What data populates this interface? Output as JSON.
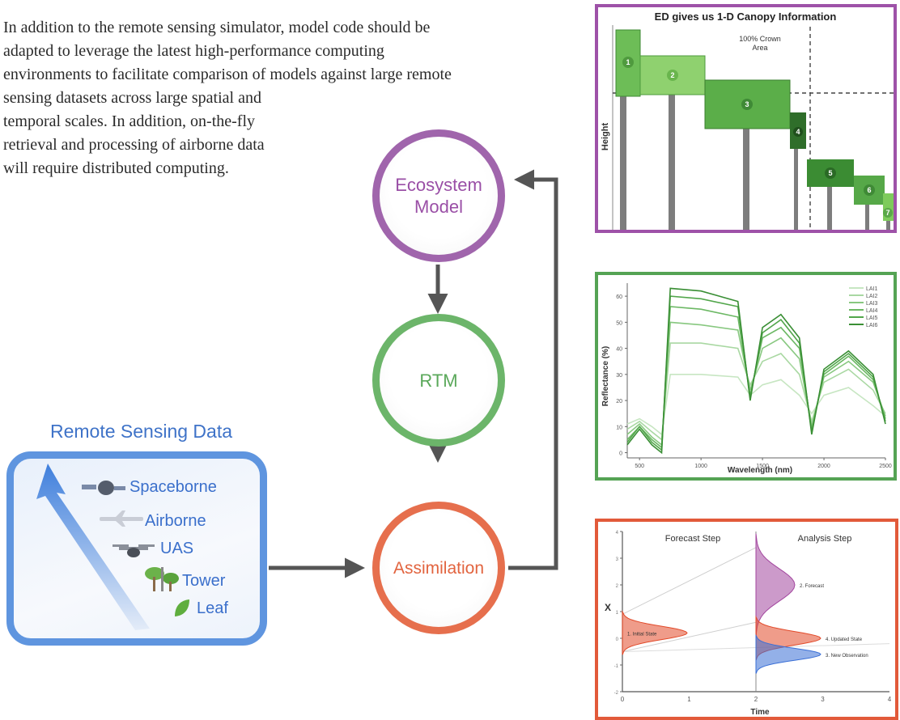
{
  "intro": {
    "lines": [
      "In addition to the remote sensing simulator, model code should be",
      "adapted to leverage the latest high-performance computing",
      "environments to facilitate comparison of models against large remote",
      "sensing datasets across large spatial and",
      "temporal scales. In addition, on-the-fly",
      "retrieval and processing of airborne data",
      "will require distributed computing."
    ]
  },
  "flow": {
    "ecosystem": [
      "Ecosystem",
      "Model"
    ],
    "rtm": "RTM",
    "assimilation": "Assimilation",
    "colors": {
      "ecosystem": "#9a4fa6",
      "rtm": "#5aa85a",
      "assimilation": "#e2643f",
      "arrow": "#555555"
    }
  },
  "remote_sensing": {
    "title": "Remote Sensing Data",
    "items": [
      {
        "label": "Spaceborne",
        "icon": "satellite-icon"
      },
      {
        "label": "Airborne",
        "icon": "airplane-icon"
      },
      {
        "label": "UAS",
        "icon": "drone-icon"
      },
      {
        "label": "Tower",
        "icon": "tower-icon"
      },
      {
        "label": "Leaf",
        "icon": "leaf-icon"
      }
    ],
    "color": "#5f95df"
  },
  "canopy_panel": {
    "title": "ED gives us 1-D Canopy Information",
    "ylabel": "Height",
    "annotation": [
      "100% Crown",
      "Area"
    ],
    "cohorts": [
      "1",
      "2",
      "3",
      "4",
      "5",
      "6",
      "7"
    ]
  },
  "chart_data": [
    {
      "type": "line",
      "xlabel": "Wavelength (nm)",
      "ylabel": "Reflectance (%)",
      "x": [
        400,
        500,
        600,
        680,
        750,
        1000,
        1300,
        1400,
        1500,
        1650,
        1800,
        1900,
        2000,
        2200,
        2400,
        2500
      ],
      "xticks": [
        "500",
        "1000",
        "1500",
        "2000",
        "2500"
      ],
      "yticks": [
        "0",
        "10",
        "20",
        "30",
        "40",
        "50",
        "60"
      ],
      "xlim": [
        400,
        2500
      ],
      "ylim": [
        -2,
        65
      ],
      "legend": "top-right",
      "series": [
        {
          "name": "LAI1",
          "values": [
            11,
            13,
            10,
            7,
            30,
            30,
            29,
            22,
            26,
            28,
            22,
            15,
            22,
            25,
            18,
            14
          ]
        },
        {
          "name": "LAI2",
          "values": [
            9,
            12,
            8,
            5,
            42,
            42,
            40,
            26,
            35,
            38,
            30,
            12,
            27,
            32,
            24,
            15
          ]
        },
        {
          "name": "LAI3",
          "values": [
            7,
            11,
            6,
            3,
            50,
            49,
            47,
            24,
            40,
            44,
            36,
            10,
            29,
            35,
            27,
            14
          ]
        },
        {
          "name": "LAI4",
          "values": [
            5,
            10,
            5,
            2,
            56,
            55,
            52,
            22,
            44,
            48,
            40,
            9,
            30,
            37,
            28,
            13
          ]
        },
        {
          "name": "LAI5",
          "values": [
            4,
            10,
            4,
            1,
            60,
            59,
            56,
            21,
            46,
            51,
            42,
            8,
            31,
            38,
            29,
            12
          ]
        },
        {
          "name": "LAI6",
          "values": [
            3,
            9,
            3,
            0,
            63,
            62,
            58,
            20,
            48,
            53,
            44,
            7,
            32,
            39,
            30,
            11
          ]
        }
      ],
      "colors": [
        "#c7e6c2",
        "#a9d8a2",
        "#88c880",
        "#6cb864",
        "#52a64b",
        "#3a8f35"
      ]
    },
    {
      "type": "area",
      "xlabel": "Time",
      "ylabel": "X",
      "xticks": [
        "0",
        "1",
        "2",
        "3",
        "4"
      ],
      "yticks": [
        "-2",
        "-1",
        "0",
        "1",
        "2",
        "3",
        "4"
      ],
      "xlim": [
        0,
        4
      ],
      "ylim": [
        -2,
        4
      ],
      "sections": [
        "Forecast Step",
        "Analysis Step"
      ],
      "distributions": [
        {
          "label": "1. Initial State",
          "time": 0,
          "mean": 0.2,
          "sd": 0.25,
          "color": "#e24a2a"
        },
        {
          "label": "2. Forecast",
          "time": 2,
          "mean": 2.0,
          "sd": 0.6,
          "color": "#a3479f"
        },
        {
          "label": "4. Updated State",
          "time": 2,
          "mean": 0.0,
          "sd": 0.25,
          "color": "#e24a2a"
        },
        {
          "label": "3. New Observation",
          "time": 2,
          "mean": -0.6,
          "sd": 0.22,
          "color": "#3a6fd6"
        }
      ]
    }
  ]
}
